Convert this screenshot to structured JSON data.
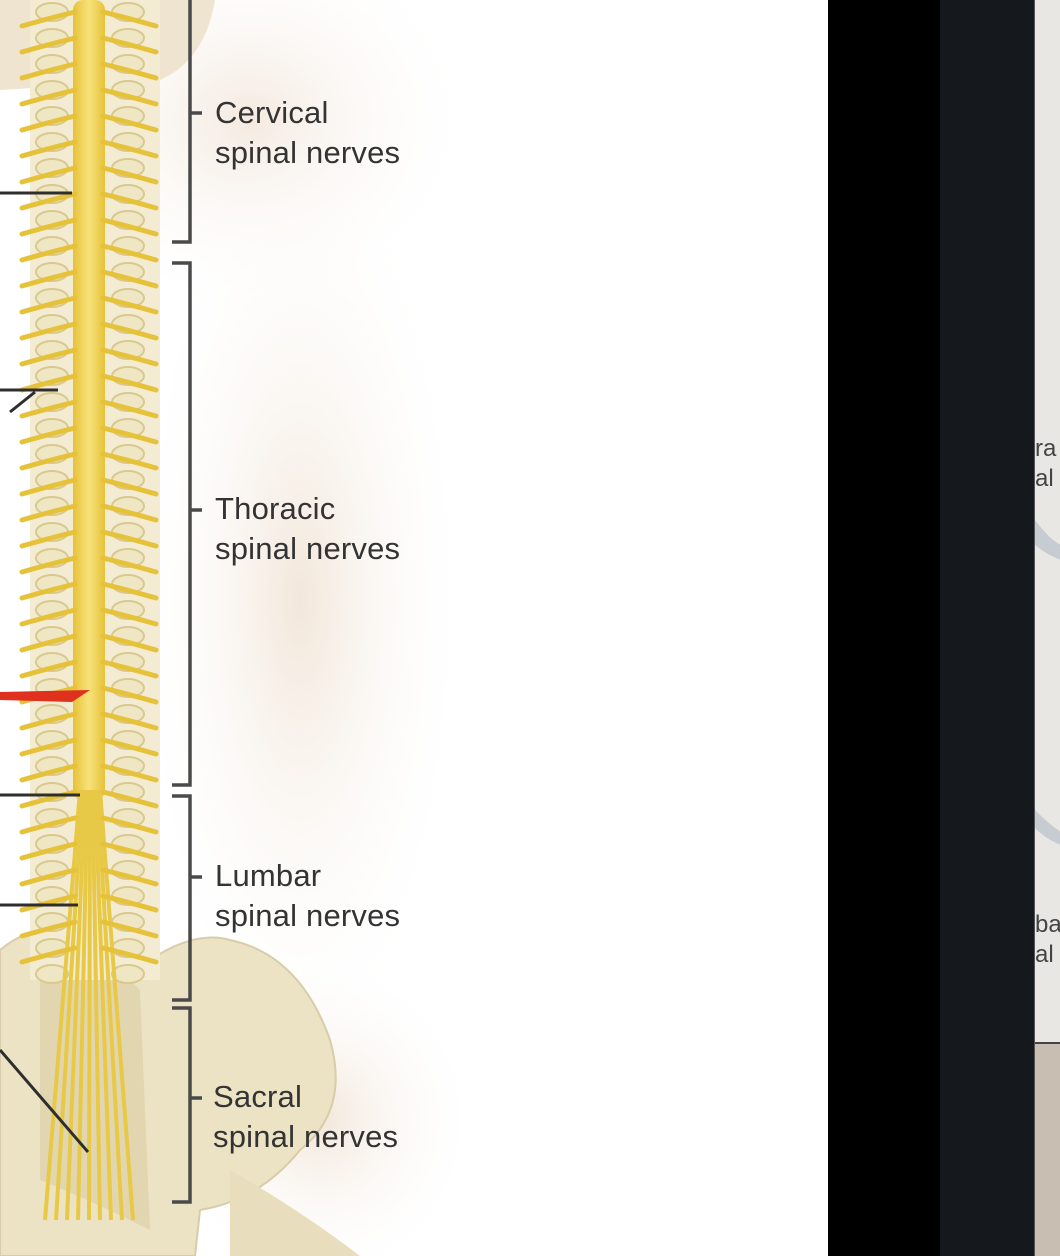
{
  "labels": {
    "cervical": {
      "line1": "Cervical",
      "line2": "spinal nerves"
    },
    "thoracic": {
      "line1": "Thoracic",
      "line2": "spinal nerves"
    },
    "lumbar": {
      "line1": "Lumbar",
      "line2": "spinal nerves"
    },
    "sacral": {
      "line1": "Sacral",
      "line2": "spinal nerves"
    }
  },
  "right_fragments": {
    "upper": {
      "line1": "ra",
      "line2": "al"
    },
    "lower": {
      "line1": "ba",
      "line2": "al"
    }
  },
  "colors": {
    "spinal_cord": "#f0d24a",
    "vertebra": "#efe6c4",
    "bone": "#e8ddb8",
    "bracket": "#4a4a4a",
    "marker": "#e0301e",
    "panel_black": "#000000",
    "panel_dark": "#15181d"
  }
}
